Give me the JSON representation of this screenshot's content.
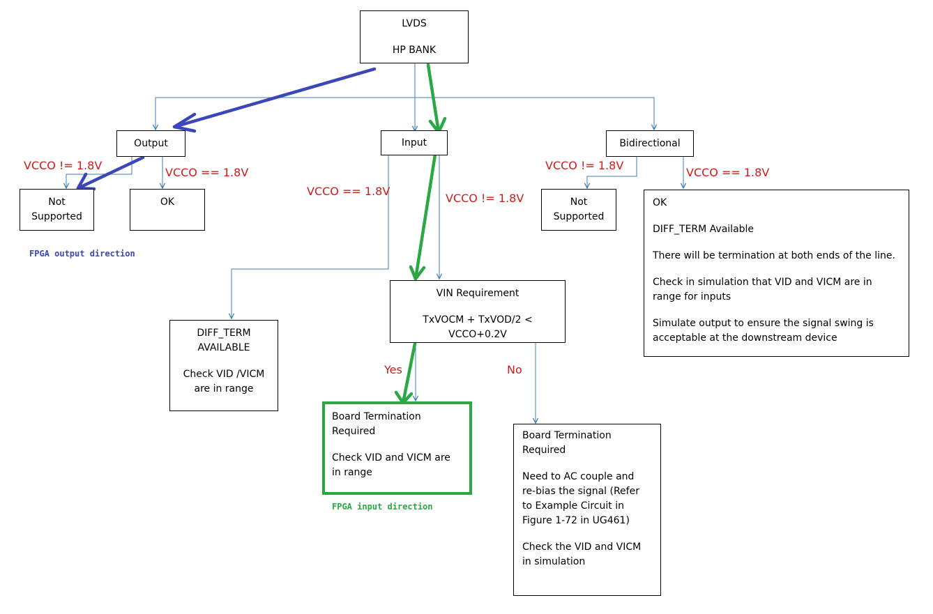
{
  "colors": {
    "connector": "#3d7fb8",
    "label_red": "#d11a1a",
    "output_path": "#3b46b9",
    "input_path": "#2aa843"
  },
  "nodes": {
    "root": {
      "line1": "LVDS",
      "line2": "HP BANK"
    },
    "output": "Output",
    "input": "Input",
    "bidir": "Bidirectional",
    "out_not_supported": "Not\nSupported",
    "out_ok": "OK",
    "bidir_not_supported": "Not\nSupported",
    "bidir_ok": {
      "p1": "OK",
      "p2": "DIFF_TERM  Available",
      "p3": "There will be termination at both ends of the line.",
      "p4": "Check in simulation that VID and VICM are in\nrange for inputs",
      "p5": "Simulate output to ensure the signal swing is\nacceptable  at the downstream device"
    },
    "diff_term": {
      "p1": "DIFF_TERM\nAVAILABLE",
      "p2": "Check VID /VICM\nare in range"
    },
    "vin_req": {
      "p1": "VIN Requirement",
      "p2": "TxVOCM + TxVOD/2 <\nVCCO+0.2V"
    },
    "board_term_yes": {
      "p1": "Board Termination\nRequired",
      "p2": "Check VID and VICM are\nin range"
    },
    "board_term_no": {
      "p1": "Board Termination\nRequired",
      "p2": "Need to AC couple and\nre-bias the signal (Refer\nto Example Circuit in\nFigure 1-72 in UG461)",
      "p3": "Check the VID and VICM\nin simulation"
    }
  },
  "labels": {
    "out_ne": "VCCO != 1.8V",
    "out_eq": "VCCO == 1.8V",
    "in_eq": "VCCO == 1.8V",
    "in_ne": "VCCO != 1.8V",
    "bi_ne": "VCCO != 1.8V",
    "bi_eq": "VCCO == 1.8V",
    "yes": "Yes",
    "no": "No"
  },
  "notes": {
    "output_direction": "FPGA output direction",
    "input_direction": "FPGA input direction"
  }
}
